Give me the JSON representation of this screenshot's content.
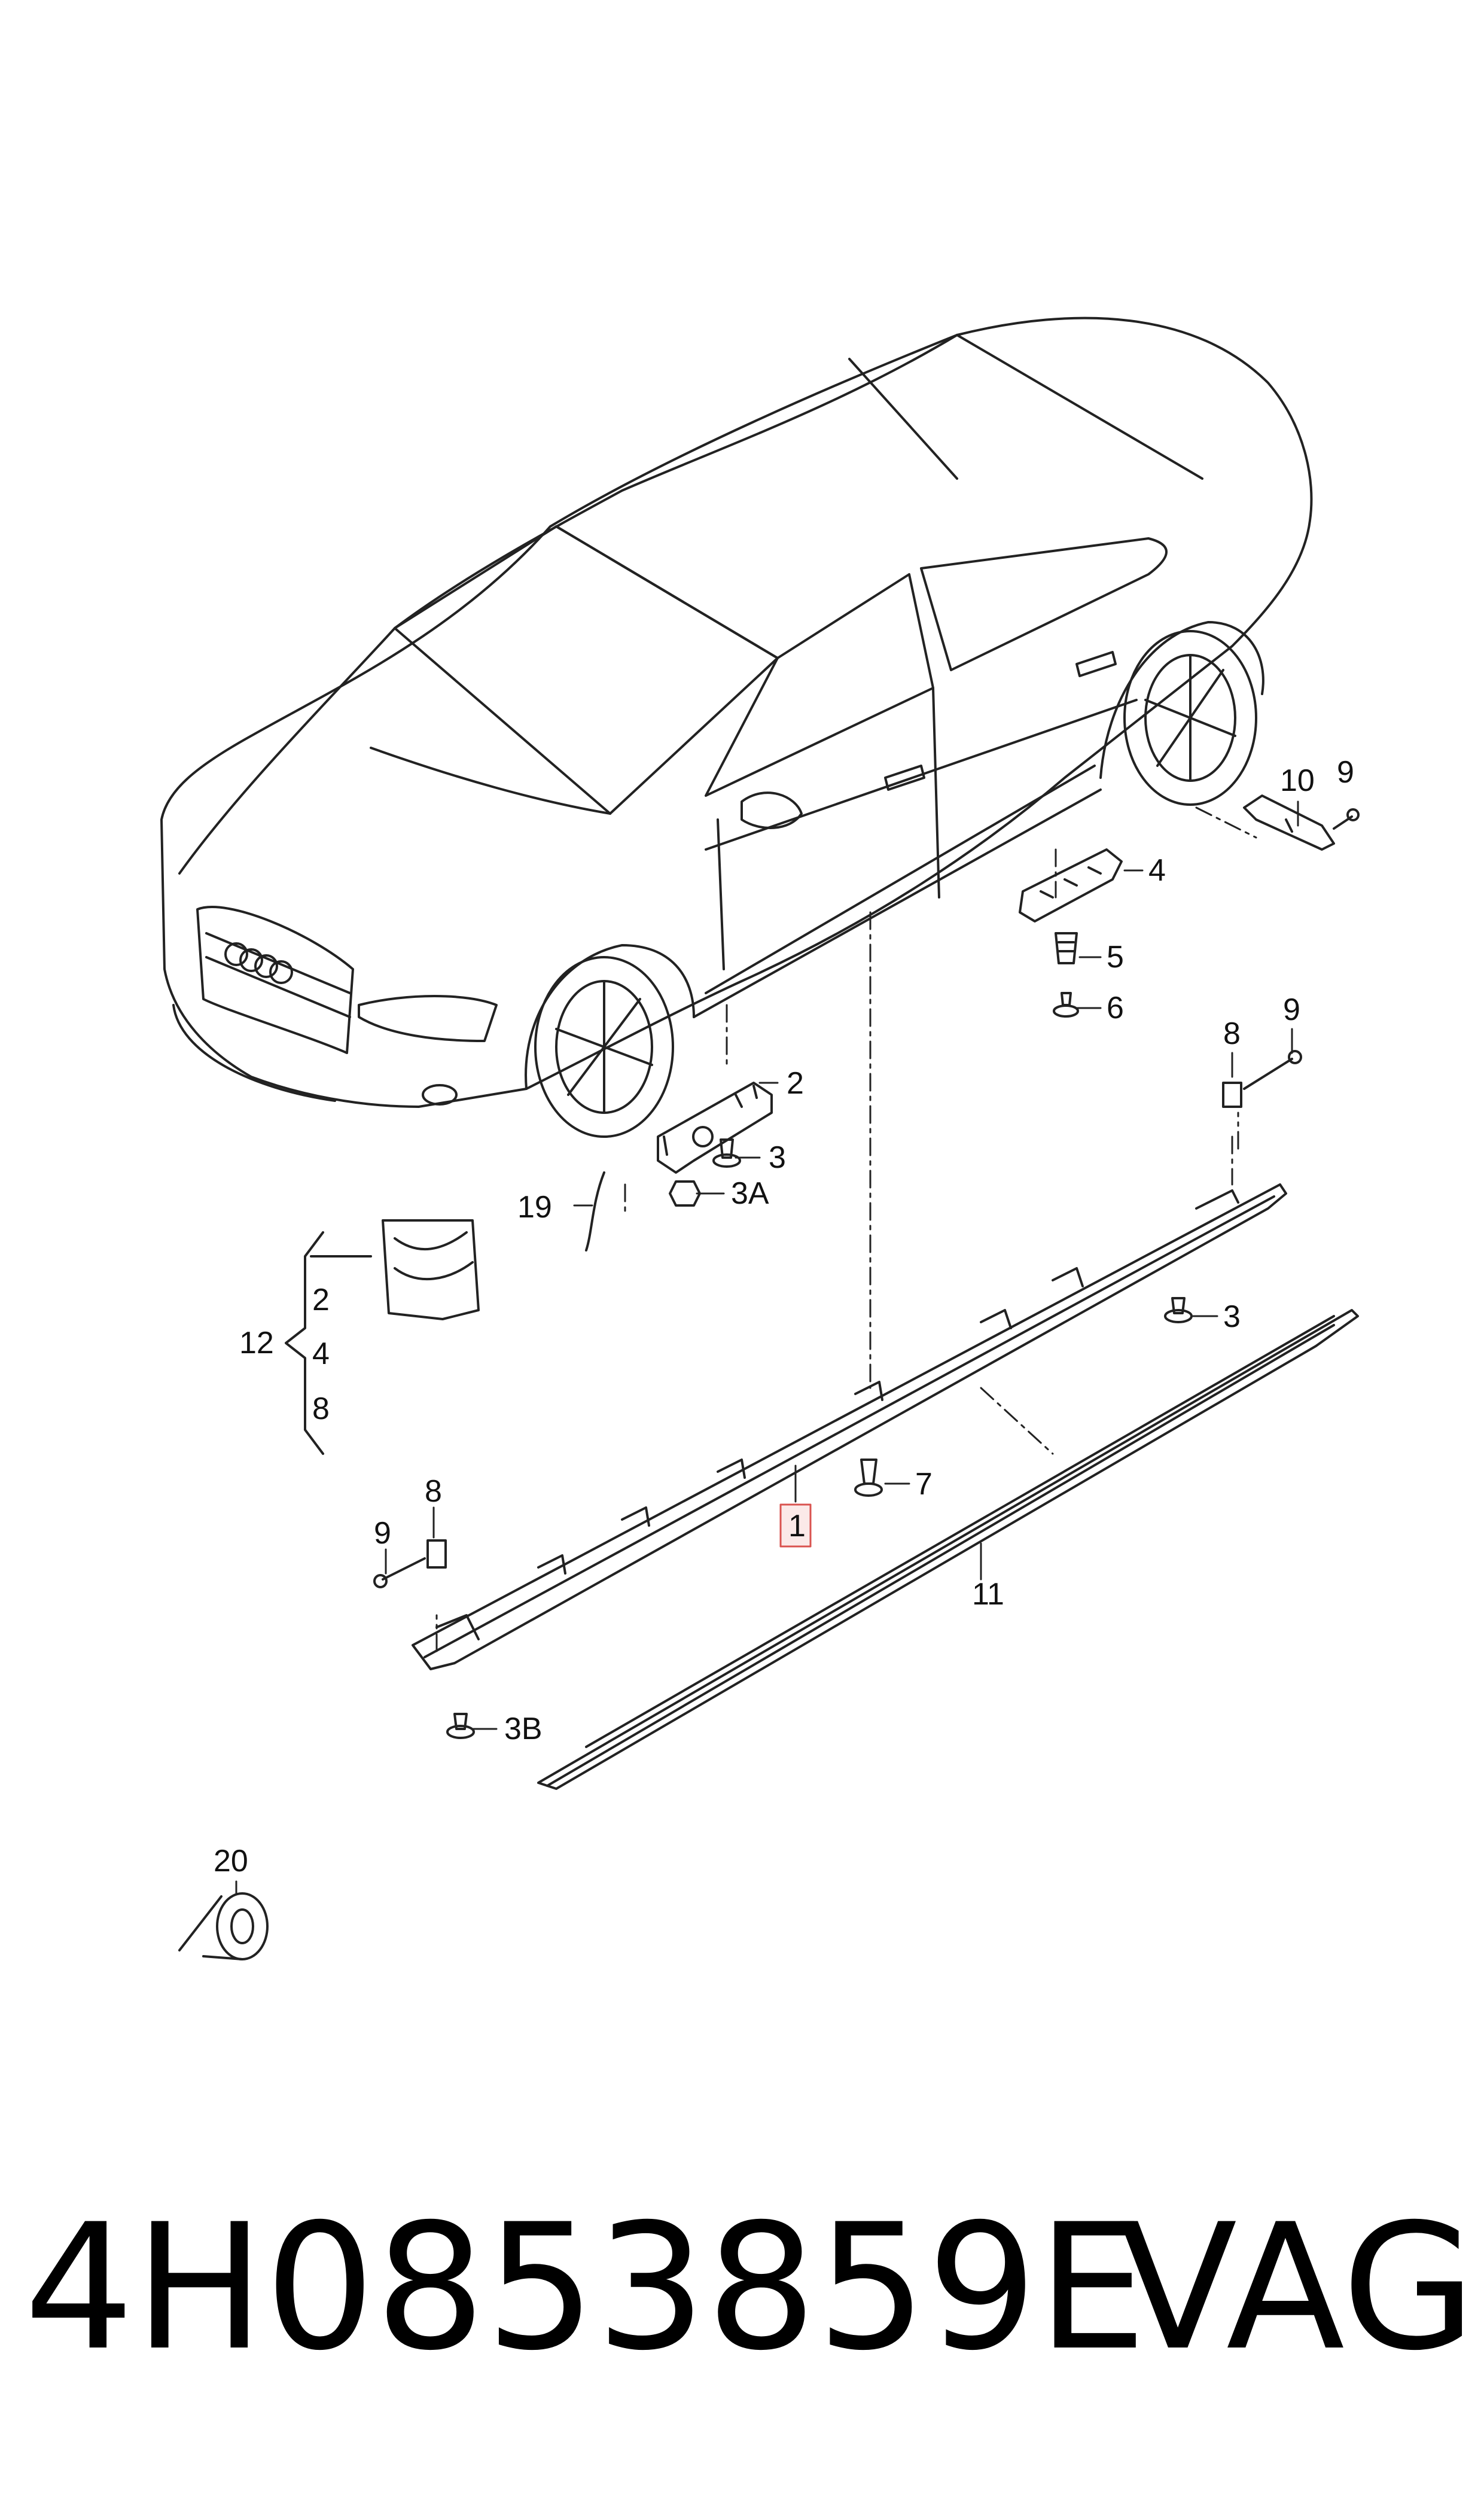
{
  "diagram": {
    "labels": {
      "n1": "1",
      "n2": "2",
      "n3": "3",
      "n3a": "3A",
      "n3b": "3B",
      "n3r": "3",
      "n4": "4",
      "n5": "5",
      "n6": "6",
      "n7": "7",
      "n8l": "8",
      "n8r": "8",
      "n9l": "9",
      "n9r": "9",
      "n9t": "9",
      "n10": "10",
      "n11": "11",
      "n12": "12",
      "n12_2": "2",
      "n12_4": "4",
      "n12_8": "8",
      "n19": "19",
      "n20": "20"
    },
    "highlight_color": "#d9534f"
  },
  "footer": {
    "part_number": "4H0853859E",
    "brand": "VAG"
  }
}
